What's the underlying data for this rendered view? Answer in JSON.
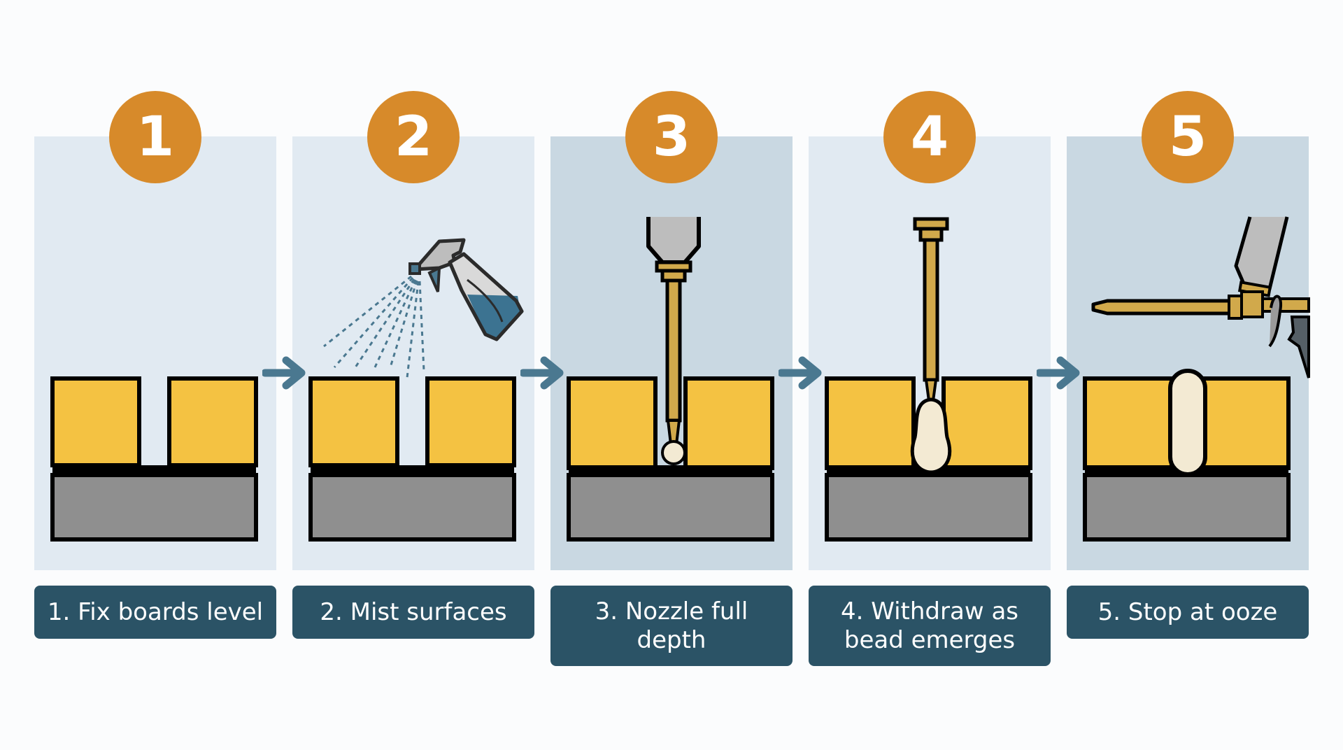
{
  "diagram": {
    "colors": {
      "badge": "#d78a2a",
      "panel_light": "#e1eaf2",
      "panel_dark": "#c9d8e2",
      "label_bg": "#2b5366",
      "board": "#f4c242",
      "substrate": "#8f8f8f",
      "foam": "#f3ead3",
      "nozzle": "#d1a94b",
      "arrow": "#4a7890"
    },
    "steps": [
      {
        "number": "1",
        "label": "1. Fix boards level",
        "illustration": "two-boards-gap"
      },
      {
        "number": "2",
        "label": "2. Mist surfaces",
        "illustration": "spray-bottle-icon"
      },
      {
        "number": "3",
        "label": "3. Nozzle full depth",
        "illustration": "foam-nozzle-inserted"
      },
      {
        "number": "4",
        "label": "4. Withdraw as bead emerges",
        "illustration": "nozzle-withdrawing-foam"
      },
      {
        "number": "5",
        "label": "5. Stop at ooze",
        "illustration": "foam-gun-icon"
      }
    ],
    "arrows": [
      "arrow-right-icon",
      "arrow-right-icon",
      "arrow-right-icon",
      "arrow-right-icon"
    ]
  }
}
